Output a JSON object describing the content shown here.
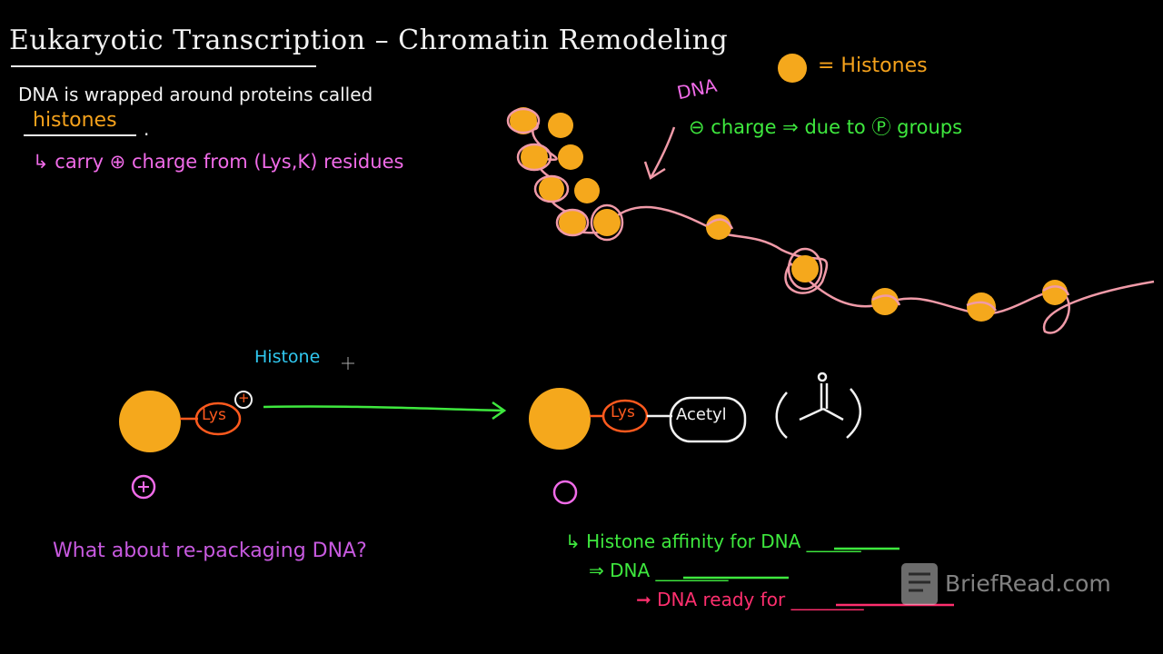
{
  "title": "Eukaryotic Transcription – Chromatin Remodeling",
  "intro": {
    "line1": "DNA is wrapped around proteins called",
    "histones_word": "histones",
    "period": ".",
    "carry_line": "↳ carry ⊕ charge from (Lys,K) residues"
  },
  "legend": {
    "label": "= Histones"
  },
  "dna_annotation": {
    "label": "DNA",
    "charge_line": "⊖ charge ⇒ due to Ⓟ groups"
  },
  "reaction": {
    "histone_label": "Histone",
    "lys_label": "Lys",
    "acetyl_label": "Acetyl",
    "plus_sign": "+",
    "left_charge": "+"
  },
  "question": "What about re-packaging DNA?",
  "consequences": {
    "affinity": "↳ Histone affinity for DNA ______",
    "dna": "⇒ DNA ________",
    "ready": "➞ DNA ready for ________"
  },
  "watermark": "BriefRead.com",
  "colors": {
    "histone": "#f5a81c",
    "dna_strand": "#f09aa8",
    "lys": "#ff5a1e",
    "arrow": "#3ee83e"
  }
}
